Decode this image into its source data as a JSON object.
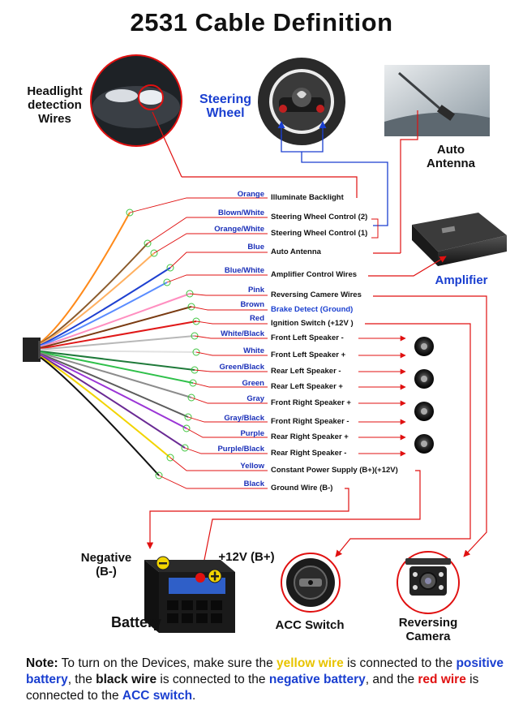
{
  "title": "2531 Cable Definition",
  "components": {
    "headlight": "Headlight\ndetection\nWires",
    "steering": "Steering\nWheel",
    "antenna": "Auto\nAntenna",
    "amplifier": "Amplifier",
    "negative": "Negative\n(B-)",
    "positive": "+12V  (B+)",
    "battery": "Battery",
    "acc": "ACC Switch",
    "camera": "Reversing\nCamera"
  },
  "wires": [
    {
      "color_name": "Orange",
      "function": "Illuminate Backlight",
      "hex": "#ff8a1a"
    },
    {
      "color_name": "Blown/White",
      "function": "Steering Wheel Control (2)",
      "hex": "#8a5a2b"
    },
    {
      "color_name": "Orange/White",
      "function": "Steering Wheel Control (1)",
      "hex": "#ffb060"
    },
    {
      "color_name": "Blue",
      "function": "Auto Antenna",
      "hex": "#1e40d0"
    },
    {
      "color_name": "Blue/White",
      "function": "Amplifier Control Wires",
      "hex": "#5a8cff"
    },
    {
      "color_name": "Pink",
      "function": "Reversing Camere Wires",
      "hex": "#ff8fc0"
    },
    {
      "color_name": "Brown",
      "function": "Brake Detect (Ground)",
      "hex": "#7a3b12"
    },
    {
      "color_name": "Red",
      "function": "Ignition Switch (+12V )",
      "hex": "#e01818"
    },
    {
      "color_name": "White/Black",
      "function": "Front Left Speaker -",
      "hex": "#b8b8b8"
    },
    {
      "color_name": "White",
      "function": "Front Left Speaker +",
      "hex": "#e2e2e2"
    },
    {
      "color_name": "Green/Black",
      "function": "Rear Left Speaker -",
      "hex": "#1f7a3a"
    },
    {
      "color_name": "Green",
      "function": "Rear Left Speaker +",
      "hex": "#2fc04a"
    },
    {
      "color_name": "Gray",
      "function": "Front Right Speaker +",
      "hex": "#8c8c8c"
    },
    {
      "color_name": "Gray/Black",
      "function": "Front Right Speaker -",
      "hex": "#5c5c5c"
    },
    {
      "color_name": "Purple",
      "function": "Rear Right Speaker +",
      "hex": "#9b35d6"
    },
    {
      "color_name": "Purple/Black",
      "function": "Rear Right Speaker -",
      "hex": "#6a2a94"
    },
    {
      "color_name": "Yellow",
      "function": "Constant Power Supply (B+)(+12V)",
      "hex": "#f2d400"
    },
    {
      "color_name": "Black",
      "function": "Ground Wire (B-)",
      "hex": "#111111"
    }
  ],
  "note": {
    "prefix": "Note:",
    "t1": " To turn on the Devices, make sure the ",
    "yellow_wire": "yellow wire",
    "t2": " is connected to the ",
    "positive_battery": "positive battery",
    "t3": ", the ",
    "black_wire": "black wire",
    "t4": " is connected to the ",
    "negative_battery": "negative battery",
    "t5": ", and the ",
    "red_wire": "red wire",
    "t6": " is connected to the ",
    "acc_switch": "ACC switch",
    "t7": "."
  },
  "colors": {
    "label_blue": "#1a3fd0",
    "line_red": "#e01010",
    "line_blue": "#1a3fd0",
    "note_yellow": "#e8c400"
  }
}
